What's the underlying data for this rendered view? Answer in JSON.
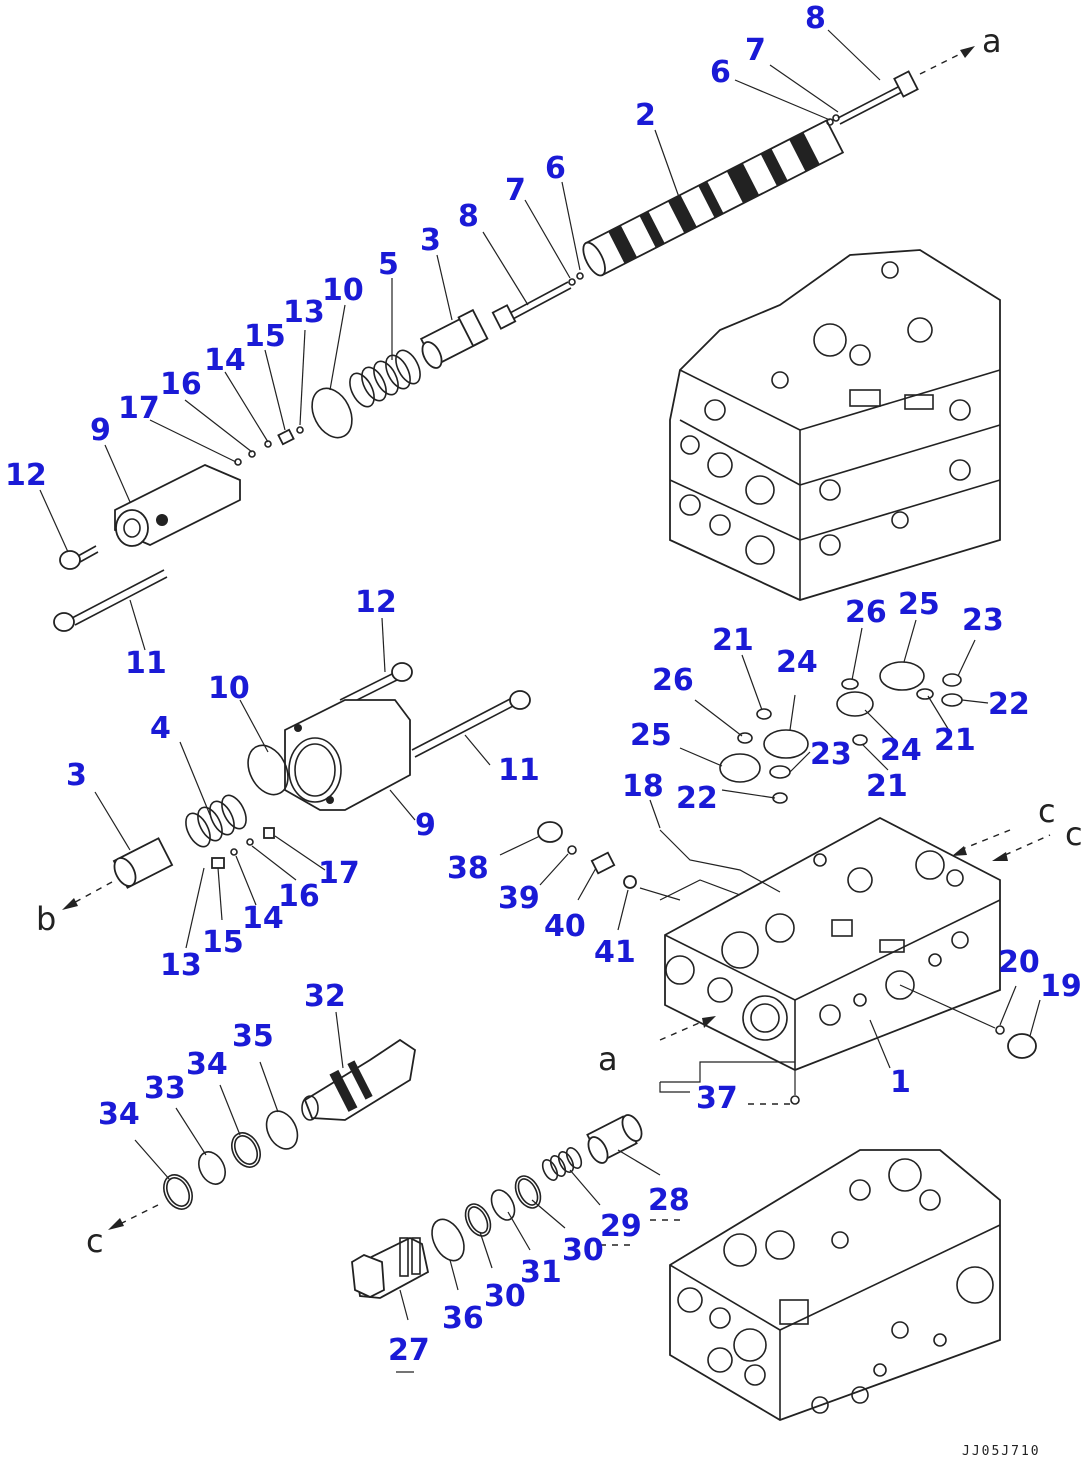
{
  "callouts": [
    {
      "id": "c1",
      "label": "8"
    },
    {
      "id": "c2",
      "label": "7"
    },
    {
      "id": "c3",
      "label": "6"
    },
    {
      "id": "c4",
      "label": "2"
    },
    {
      "id": "c5",
      "label": "6"
    },
    {
      "id": "c6",
      "label": "7"
    },
    {
      "id": "c7",
      "label": "8"
    },
    {
      "id": "c8",
      "label": "3"
    },
    {
      "id": "c9",
      "label": "5"
    },
    {
      "id": "c10",
      "label": "10"
    },
    {
      "id": "c11",
      "label": "13"
    },
    {
      "id": "c12",
      "label": "15"
    },
    {
      "id": "c13",
      "label": "14"
    },
    {
      "id": "c14",
      "label": "16"
    },
    {
      "id": "c15",
      "label": "17"
    },
    {
      "id": "c16",
      "label": "9"
    },
    {
      "id": "c17",
      "label": "12"
    },
    {
      "id": "c18",
      "label": "11"
    },
    {
      "id": "c19",
      "label": "12"
    },
    {
      "id": "c20",
      "label": "10"
    },
    {
      "id": "c21",
      "label": "4"
    },
    {
      "id": "c22",
      "label": "3"
    },
    {
      "id": "c23",
      "label": "11"
    },
    {
      "id": "c24",
      "label": "9"
    },
    {
      "id": "c25",
      "label": "17"
    },
    {
      "id": "c26",
      "label": "16"
    },
    {
      "id": "c27",
      "label": "14"
    },
    {
      "id": "c28",
      "label": "15"
    },
    {
      "id": "c29",
      "label": "13"
    },
    {
      "id": "c30",
      "label": "21"
    },
    {
      "id": "c31",
      "label": "26"
    },
    {
      "id": "c32",
      "label": "24"
    },
    {
      "id": "c33",
      "label": "25"
    },
    {
      "id": "c34",
      "label": "23"
    },
    {
      "id": "c35",
      "label": "22"
    },
    {
      "id": "c36",
      "label": "26"
    },
    {
      "id": "c37",
      "label": "25"
    },
    {
      "id": "c38",
      "label": "23"
    },
    {
      "id": "c39",
      "label": "22"
    },
    {
      "id": "c40",
      "label": "24"
    },
    {
      "id": "c41",
      "label": "21"
    },
    {
      "id": "c42",
      "label": "21"
    },
    {
      "id": "c43",
      "label": "18"
    },
    {
      "id": "c44",
      "label": "38"
    },
    {
      "id": "c45",
      "label": "39"
    },
    {
      "id": "c46",
      "label": "40"
    },
    {
      "id": "c47",
      "label": "41"
    },
    {
      "id": "c48",
      "label": "20"
    },
    {
      "id": "c49",
      "label": "19"
    },
    {
      "id": "c50",
      "label": "1"
    },
    {
      "id": "c51",
      "label": "37"
    },
    {
      "id": "c52",
      "label": "32"
    },
    {
      "id": "c53",
      "label": "35"
    },
    {
      "id": "c54",
      "label": "34"
    },
    {
      "id": "c55",
      "label": "33"
    },
    {
      "id": "c56",
      "label": "34"
    },
    {
      "id": "c57",
      "label": "28"
    },
    {
      "id": "c58",
      "label": "29"
    },
    {
      "id": "c59",
      "label": "30"
    },
    {
      "id": "c60",
      "label": "31"
    },
    {
      "id": "c61",
      "label": "30"
    },
    {
      "id": "c62",
      "label": "36"
    },
    {
      "id": "c63",
      "label": "27"
    }
  ],
  "connectors": {
    "a_top": "a",
    "a_bottom": "a",
    "b_left": "b",
    "c_right": "c",
    "c_right_upper": "c",
    "c_left": "c"
  },
  "drawing_code": "JJ05J710",
  "colors": {
    "callout": "#1a1ad6",
    "line": "#222222",
    "background": "#ffffff"
  }
}
